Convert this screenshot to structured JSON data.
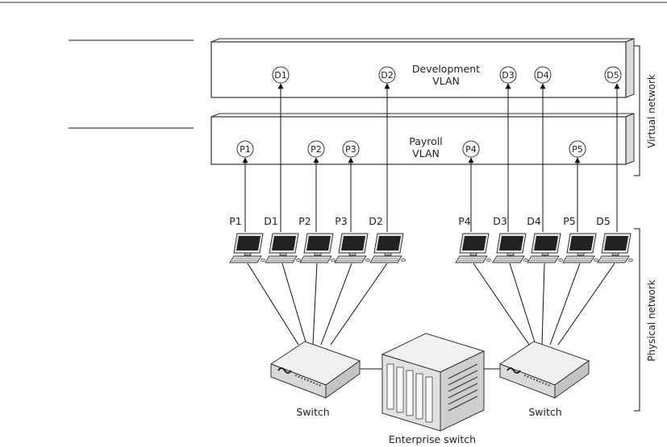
{
  "vlans": {
    "development": {
      "line1": "Development",
      "line2": "VLAN"
    },
    "payroll": {
      "line1": "Payroll",
      "line2": "VLAN"
    }
  },
  "dev_nodes": [
    "D1",
    "D2",
    "D3",
    "D4",
    "D5"
  ],
  "pay_nodes": [
    "P1",
    "P2",
    "P3",
    "P4",
    "P5"
  ],
  "computer_labels": [
    "P1",
    "D1",
    "P2",
    "P3",
    "D2",
    "P4",
    "D3",
    "D4",
    "P5",
    "D5"
  ],
  "switches": {
    "left": "Switch",
    "right": "Switch",
    "center": "Enterprise switch"
  },
  "side_labels": {
    "virtual": "Virtual network",
    "physical": "Physical network"
  }
}
